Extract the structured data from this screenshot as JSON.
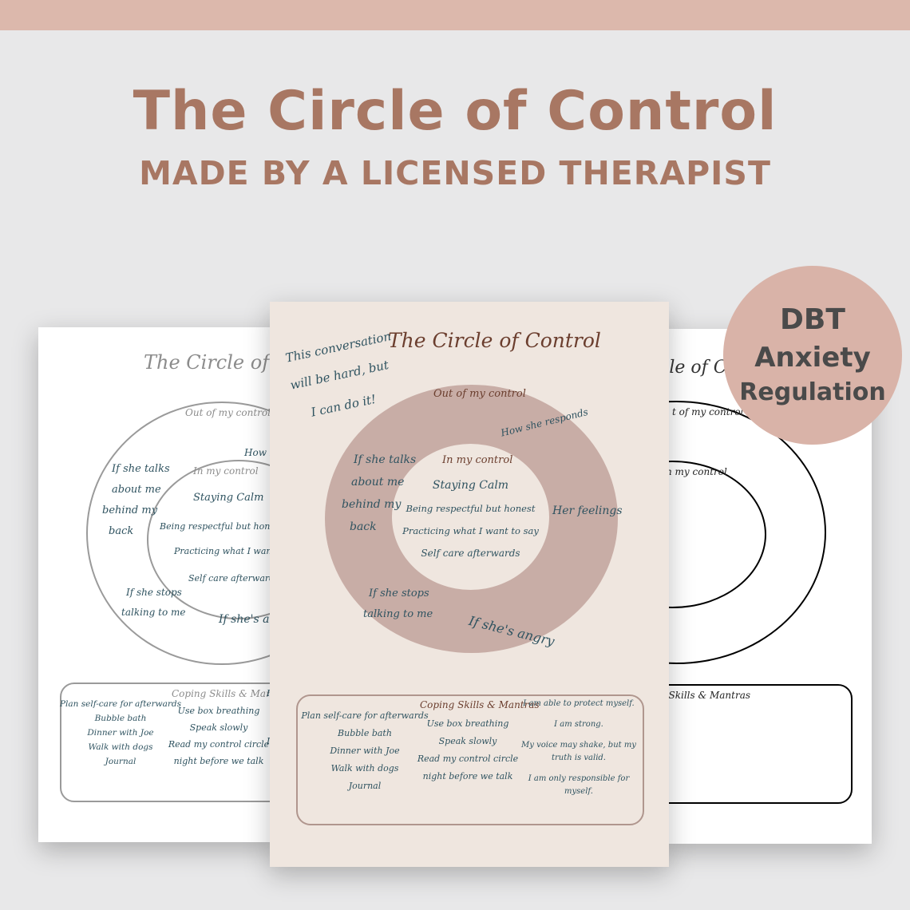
{
  "header": {
    "title": "The Circle of Control",
    "subtitle": "MADE BY A LICENSED THERAPIST"
  },
  "badge": {
    "line1": "DBT",
    "line2": "Anxiety",
    "line3": "Regulation"
  },
  "colors": {
    "accent": "#a87763",
    "badge": "#d9b3a8",
    "ring": "#c8ada6",
    "paper": "#efe6df",
    "ink": "#2f5360"
  },
  "left_sheet": {
    "title": "The Circle of Con",
    "outer_label": "Out of my control",
    "inner_label": "In my control",
    "outer_items": [
      "If she talks",
      "about me",
      "behind my",
      "back",
      "How sh",
      "If she stops",
      "talking to me",
      "If she's ang"
    ],
    "inner_items": [
      "Staying Calm",
      "Being respectful but honest",
      "Practicing what I want to s",
      "Self care afterwards"
    ],
    "coping_title": "Coping Skills & Mantras",
    "coping_col1": [
      "Plan self-care for afterwards",
      "Bubble bath",
      "Dinner with Joe",
      "Walk with dogs",
      "Journal"
    ],
    "coping_col2": [
      "Use box breathing",
      "Speak slowly",
      "Read my control circle",
      "night before we talk"
    ],
    "edge_marks": [
      "I",
      "I"
    ]
  },
  "middle_sheet": {
    "title": "The Circle of Control",
    "note": [
      "This conversation",
      "will be hard, but",
      "I can do it!"
    ],
    "outer_label": "Out of my control",
    "inner_label": "In my control",
    "outer_items": {
      "talks": [
        "If she talks",
        "about me",
        "behind my",
        "back"
      ],
      "responds": "How she responds",
      "feelings": "Her feelings",
      "stops": [
        "If she stops",
        "talking to me"
      ],
      "angry": "If she's angry"
    },
    "inner_items": [
      "Staying Calm",
      "Being respectful but honest",
      "Practicing what I want to say",
      "Self care afterwards"
    ],
    "coping_title": "Coping Skills & Mantras",
    "coping_col1": [
      "Plan self-care for afterwards",
      "Bubble bath",
      "Dinner with Joe",
      "Walk with dogs",
      "Journal"
    ],
    "coping_col2": [
      "Use box breathing",
      "Speak slowly",
      "Read my control circle",
      "night before we talk"
    ],
    "coping_col3": [
      "I am able to protect myself.",
      "I am strong.",
      "My voice may shake, but my",
      "truth is valid.",
      "I am only responsible for",
      "myself."
    ]
  },
  "right_sheet": {
    "title": "cle of C",
    "outer_label": "t of my control",
    "inner_label": "n my control",
    "coping_title": "g Skills & Mantras"
  }
}
